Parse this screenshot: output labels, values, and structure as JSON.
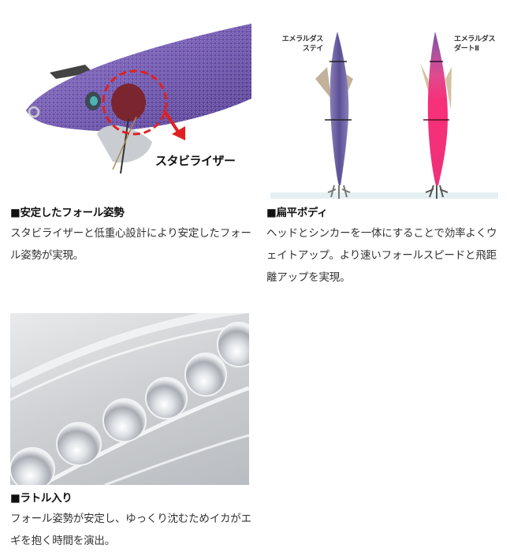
{
  "features": [
    {
      "id": "stability",
      "title": "■安定したフォール姿勢",
      "body": "スタビライザーと低重心設計により安定したフォール姿勢が実現。",
      "image": {
        "subject": "purple egi squid jig close-up with stabilizer highlighted",
        "callout": "スタビライザー",
        "highlight_color": "#e02020",
        "body_color": "#6a4fa8"
      }
    },
    {
      "id": "flat-body",
      "title": "■扁平ボディ",
      "body": "ヘッドとシンカーを一体にすることで効率よくウェイトアップ。より速いフォールスピードと飛距離アップを実現。",
      "image": {
        "subject": "top-down comparison of two egi lures",
        "left_label": "エメラルダス\nステイ",
        "right_label": "エメラルダス\nダートⅡ",
        "left_color": "#5b4f96",
        "right_color": "#f0307a"
      }
    },
    {
      "id": "rattle",
      "title": "■ラトル入り",
      "body": "フォール姿勢が安定し、ゆっくり沈むためイカがエギを抱く時間を演出。",
      "image": {
        "subject": "transparent rattle chamber with glass beads",
        "bead_count": 6
      }
    }
  ]
}
